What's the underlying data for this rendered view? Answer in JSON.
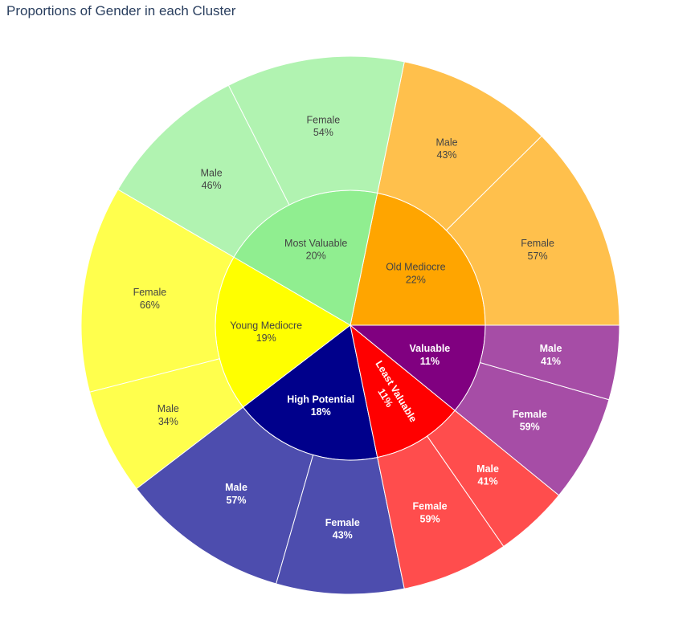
{
  "chart_data": {
    "type": "sunburst",
    "title": "Proportions of Gender in each Cluster",
    "clusters": [
      {
        "name": "Old Mediocre",
        "percent": 22,
        "color": "#FFA500",
        "child_color": "#FFC04C",
        "text_color": "#444444",
        "children": [
          {
            "name": "Female",
            "percent": 57
          },
          {
            "name": "Male",
            "percent": 43
          }
        ]
      },
      {
        "name": "Most Valuable",
        "percent": 20,
        "color": "#90EE90",
        "child_color": "#B1F3B1",
        "text_color": "#444444",
        "children": [
          {
            "name": "Female",
            "percent": 54
          },
          {
            "name": "Male",
            "percent": 46
          }
        ]
      },
      {
        "name": "Young Mediocre",
        "percent": 19,
        "color": "#FFFF00",
        "child_color": "#FFFF4D",
        "text_color": "#444444",
        "children": [
          {
            "name": "Female",
            "percent": 66
          },
          {
            "name": "Male",
            "percent": 34
          }
        ]
      },
      {
        "name": "High Potential",
        "percent": 18,
        "color": "#00008B",
        "child_color": "#4D4DAE",
        "text_color": "#FFFFFF",
        "children": [
          {
            "name": "Male",
            "percent": 57
          },
          {
            "name": "Female",
            "percent": 43
          }
        ]
      },
      {
        "name": "Least Valuable",
        "percent": 11,
        "color": "#FF0000",
        "child_color": "#FF4D4D",
        "text_color": "#FFFFFF",
        "children": [
          {
            "name": "Female",
            "percent": 59
          },
          {
            "name": "Male",
            "percent": 41
          }
        ]
      },
      {
        "name": "Valuable",
        "percent": 11,
        "color": "#800080",
        "child_color": "#A64DA6",
        "text_color": "#FFFFFF",
        "children": [
          {
            "name": "Female",
            "percent": 59
          },
          {
            "name": "Male",
            "percent": 41
          }
        ]
      }
    ]
  }
}
